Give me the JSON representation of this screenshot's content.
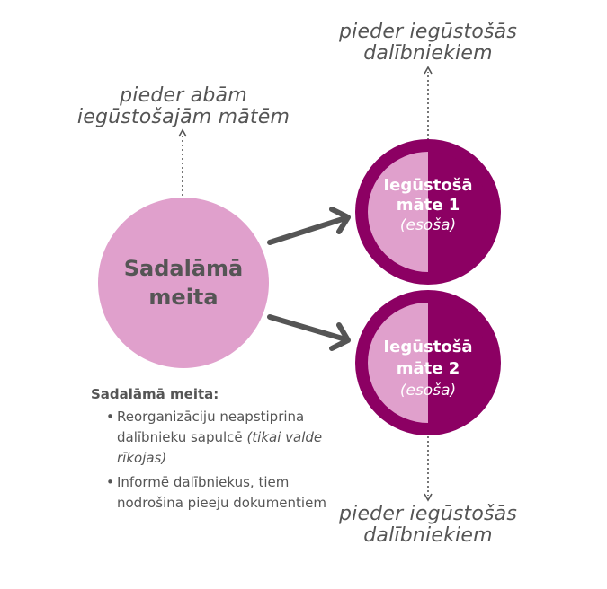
{
  "top_left_label": {
    "line1": "pieder abām",
    "line2": "iegūstošajām mātēm"
  },
  "top_right_label": {
    "line1": "pieder iegūstošās",
    "line2": "dalībniekiem"
  },
  "bottom_right_label": {
    "line1": "pieder iegūstošās",
    "line2": "dalībniekiem"
  },
  "source_node": {
    "line1": "Sadalāmā",
    "line2": "meita",
    "color": "#e0a0cc"
  },
  "target_nodes": [
    {
      "line1": "Iegūstošā",
      "line2": "māte 1",
      "note": "(esoša)"
    },
    {
      "line1": "Iegūstošā",
      "line2": "māte 2",
      "note": "(esoša)"
    }
  ],
  "colors": {
    "magenta": "#8c0063",
    "light_pink": "#e0a0cc",
    "arrow": "#555555",
    "text": "#555555"
  },
  "info": {
    "title": "Sadalāmā meita:",
    "bullets": [
      {
        "text": "Reorganizāciju neapstiprina dalībnieku sapulcē",
        "note": "(tikai valde rīkojas)"
      },
      {
        "text": "Informē dalībniekus, tiem nodrošina pieeju dokumentiem",
        "note": ""
      }
    ]
  }
}
